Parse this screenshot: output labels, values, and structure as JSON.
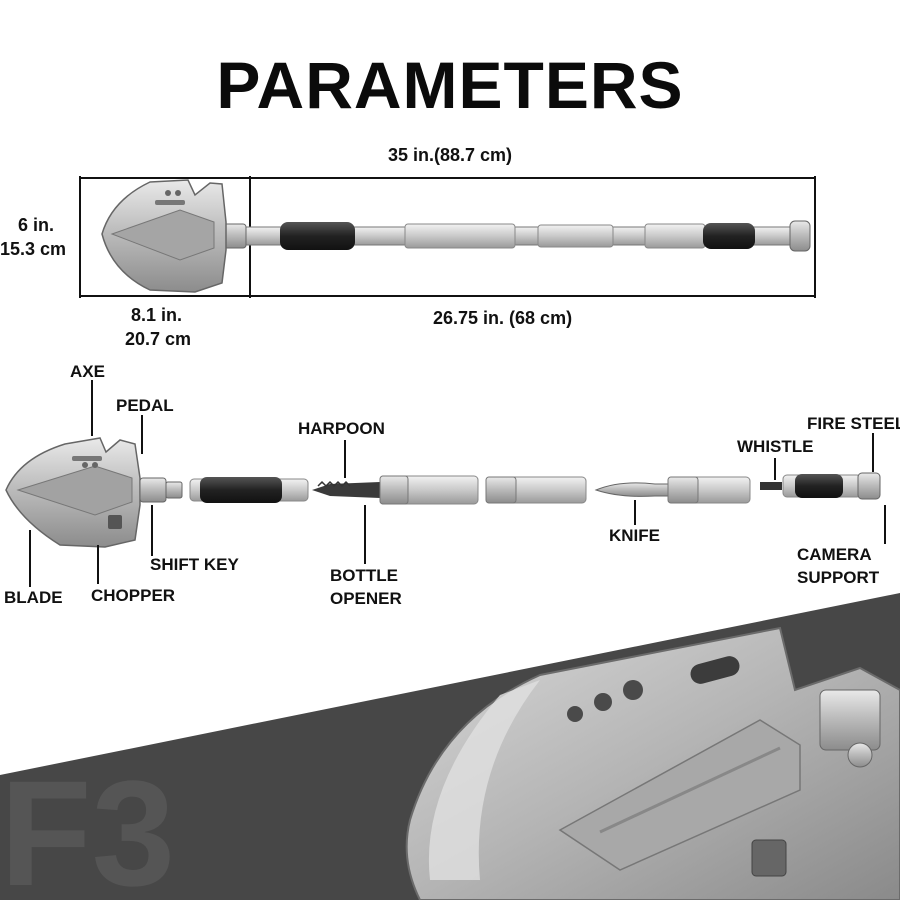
{
  "title": "PARAMETERS",
  "dimensions": {
    "total_length": "35 in.(88.7 cm)",
    "head_width_in": "6 in.",
    "head_width_cm": "15.3 cm",
    "head_length_in": "8.1 in.",
    "head_length_cm": "20.7 cm",
    "handle_length": "26.75 in. (68 cm)"
  },
  "components": {
    "axe": "AXE",
    "pedal": "PEDAL",
    "harpoon": "HARPOON",
    "fire_steel": "FIRE STEEL",
    "whistle": "WHISTLE",
    "shift_key": "SHIFT KEY",
    "knife": "KNIFE",
    "camera_support_line1": "CAMERA",
    "camera_support_line2": "SUPPORT",
    "blade": "BLADE",
    "chopper": "CHOPPER",
    "bottle_opener_line1": "BOTTLE",
    "bottle_opener_line2": "OPENER"
  },
  "colors": {
    "background": "#ffffff",
    "text": "#111111",
    "banner": "#4a4a4a",
    "steel": "#a9a9a9",
    "grip": "#2b2b2b"
  }
}
